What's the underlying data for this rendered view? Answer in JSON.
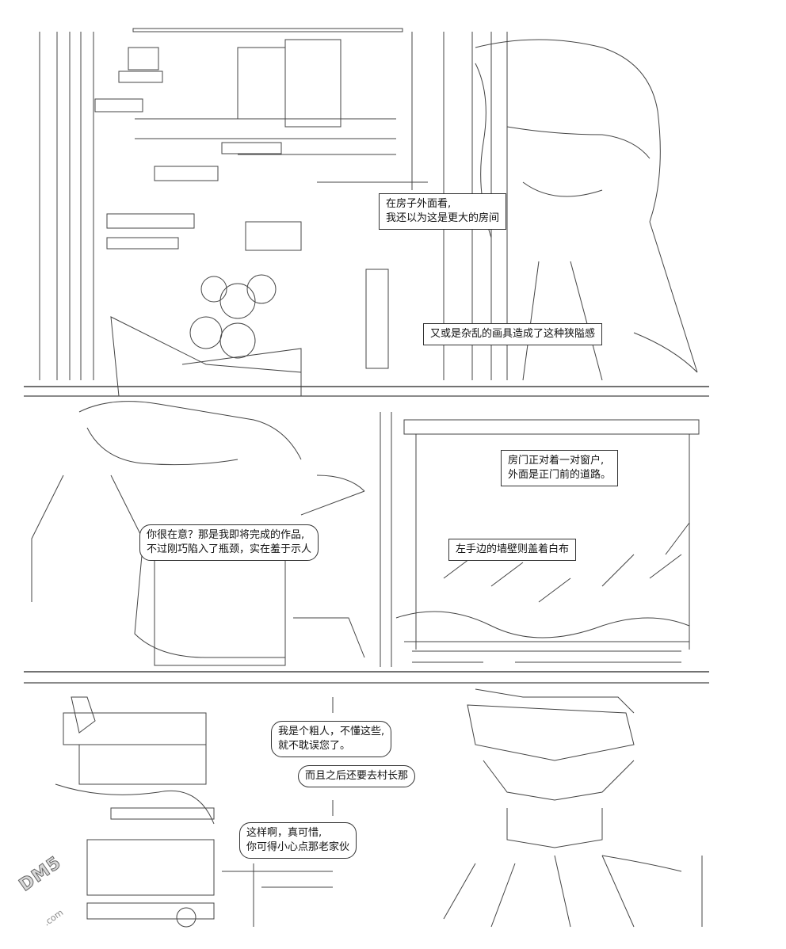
{
  "panels": [
    {
      "id": "panel-1",
      "bubbles": [
        {
          "lines": [
            "在房子外面看,",
            "我还以为这是更大的房间"
          ]
        },
        {
          "lines": [
            "又或是杂乱的画具造成了这种狭隘感"
          ]
        }
      ]
    },
    {
      "id": "panel-2",
      "bubbles": [
        {
          "lines": [
            "你很在意？那是我即将完成的作品,",
            "不过刚巧陷入了瓶颈，实在羞于示人"
          ]
        }
      ]
    },
    {
      "id": "panel-3",
      "bubbles": [
        {
          "lines": [
            "房门正对着一对窗户,",
            "外面是正门前的道路。"
          ]
        },
        {
          "lines": [
            "左手边的墙壁则盖着白布"
          ]
        }
      ]
    },
    {
      "id": "panel-4",
      "bubbles": [
        {
          "lines": [
            "我是个粗人，不懂这些,",
            "就不耽误您了。"
          ]
        },
        {
          "lines": [
            "而且之后还要去村长那"
          ]
        },
        {
          "lines": [
            "这样啊，真可惜,",
            "你可得小心点那老家伙"
          ]
        }
      ]
    }
  ],
  "watermark": {
    "logo": "DM5",
    "suffix": ".com"
  },
  "colors": {
    "ink": "#222222",
    "paper": "#ffffff",
    "watermark": "#8a8a8a"
  }
}
